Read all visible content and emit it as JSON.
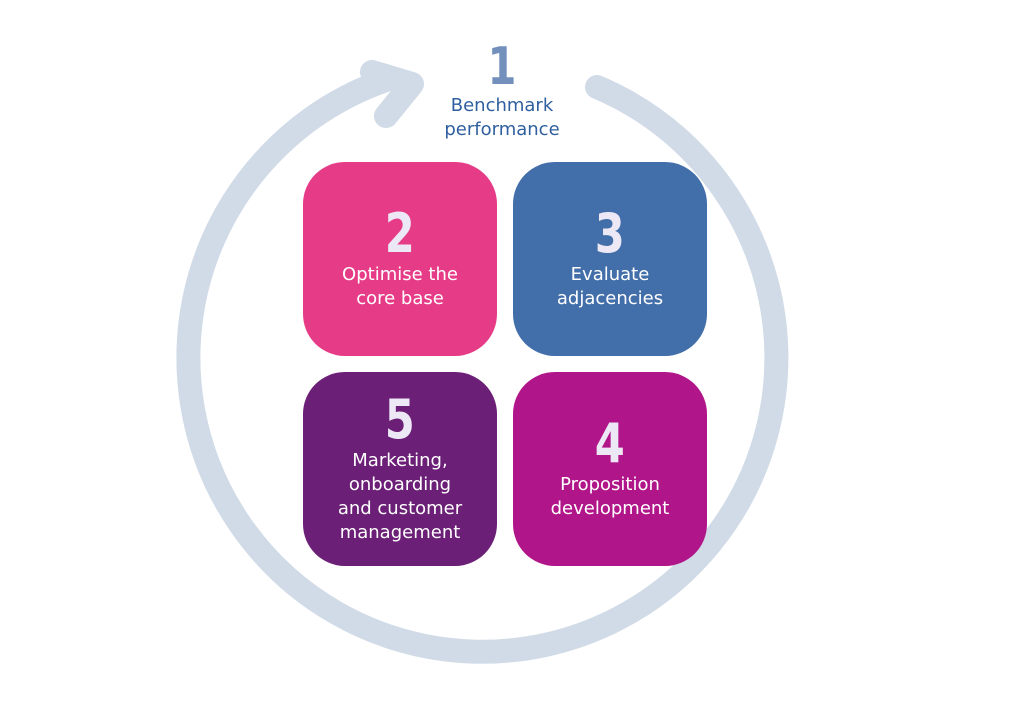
{
  "colors": {
    "cycle_ring": "#d0dbe7",
    "step1_number": "#7390bd",
    "step1_text": "#2f5f9e",
    "tile_2": "#e63c87",
    "tile_3": "#426ea9",
    "tile_5": "#6b1f76",
    "tile_4": "#b1158a"
  },
  "steps": {
    "step1": {
      "number": "1",
      "label": "Benchmark\nperformance"
    },
    "step2": {
      "number": "2",
      "label": "Optimise the\ncore base"
    },
    "step3": {
      "number": "3",
      "label": "Evaluate\nadjacencies"
    },
    "step4": {
      "number": "4",
      "label": "Proposition\ndevelopment"
    },
    "step5": {
      "number": "5",
      "label": "Marketing,\nonboarding\nand customer\nmanagement"
    }
  }
}
